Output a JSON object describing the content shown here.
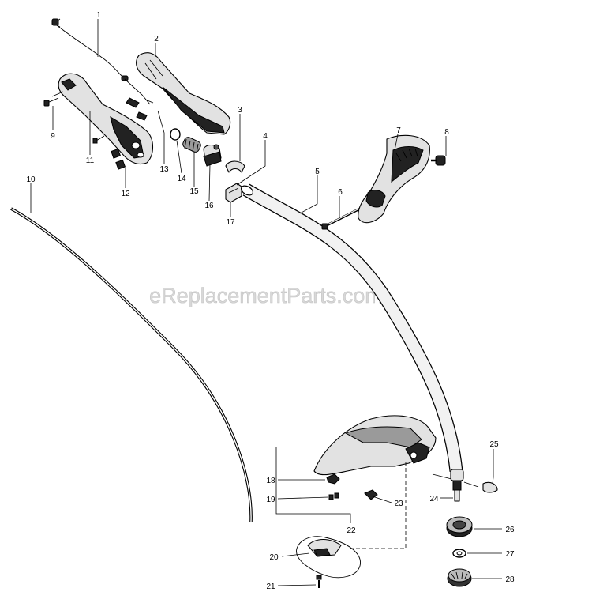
{
  "watermark": "eReplacementParts.com",
  "callouts": [
    "1",
    "2",
    "3",
    "4",
    "5",
    "6",
    "7",
    "8",
    "9",
    "10",
    "11",
    "12",
    "13",
    "14",
    "15",
    "16",
    "17",
    "18",
    "19",
    "20",
    "21",
    "22",
    "23",
    "24",
    "25",
    "26",
    "27",
    "28"
  ]
}
